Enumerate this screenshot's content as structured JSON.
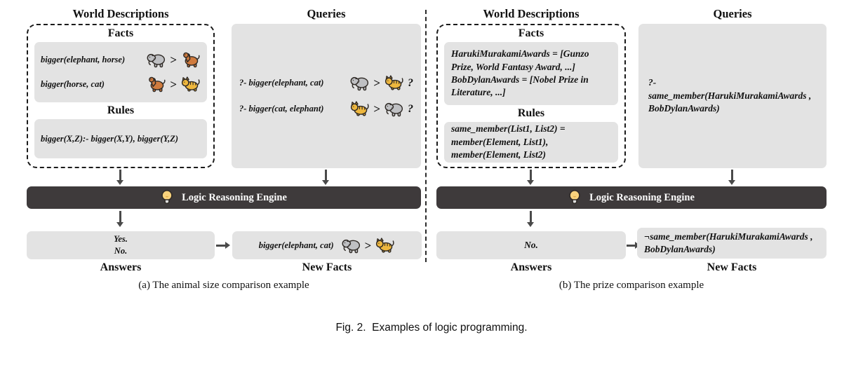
{
  "figure_caption": "Fig. 2.  Examples of logic programming.",
  "engine": {
    "label": "Logic Reasoning Engine"
  },
  "symbols": {
    "greater_than": ">",
    "question_mark": "?"
  },
  "colors": {
    "box_gray": "#e3e3e3",
    "engine_dark": "#3e3a3b",
    "arrow": "#4a4a4a",
    "bulb_yellow": "#f9d27c"
  },
  "icon_colors": {
    "elephant": "#bfc0c3",
    "horse": "#d07b3e",
    "cat": "#eeb73e"
  },
  "panel_a": {
    "world_title": "World Descriptions",
    "queries_title": "Queries",
    "facts_title": "Facts",
    "rules_title": "Rules",
    "facts": [
      {
        "text": "bigger(elephant, horse)",
        "left_icon": "elephant",
        "right_icon": "horse"
      },
      {
        "text": "bigger(horse, cat)",
        "left_icon": "horse",
        "right_icon": "cat"
      }
    ],
    "rule": "bigger(X,Z):- bigger(X,Y), bigger(Y,Z)",
    "queries": [
      {
        "text": "?- bigger(elephant, cat)",
        "left_icon": "elephant",
        "right_icon": "cat"
      },
      {
        "text": "?- bigger(cat, elephant)",
        "left_icon": "cat",
        "right_icon": "elephant"
      }
    ],
    "answers": {
      "line1": "Yes.",
      "line2": "No."
    },
    "answers_label": "Answers",
    "new_facts_label": "New Facts",
    "new_fact": {
      "text": "bigger(elephant, cat)",
      "left_icon": "elephant",
      "right_icon": "cat"
    },
    "caption": "(a) The animal size comparison example"
  },
  "panel_b": {
    "world_title": "World Descriptions",
    "queries_title": "Queries",
    "facts_title": "Facts",
    "rules_title": "Rules",
    "facts": [
      "HarukiMurakamiAwards = [Gunzo\nPrize, World Fantasy Award, ...]",
      "BobDylanAwards = [Nobel Prize in\nLiterature, ...]"
    ],
    "rule": "same_member(List1, List2) =\nmember(Element, List1),\nmember(Element, List2)",
    "query": "?-\nsame_member(HarukiMurakamiAwards ,\nBobDylanAwards)",
    "answer": "No.",
    "answers_label": "Answers",
    "new_facts_label": "New Facts",
    "new_fact": "¬same_member(HarukiMurakamiAwards ,\nBobDylanAwards)",
    "caption": "(b) The prize comparison example"
  }
}
